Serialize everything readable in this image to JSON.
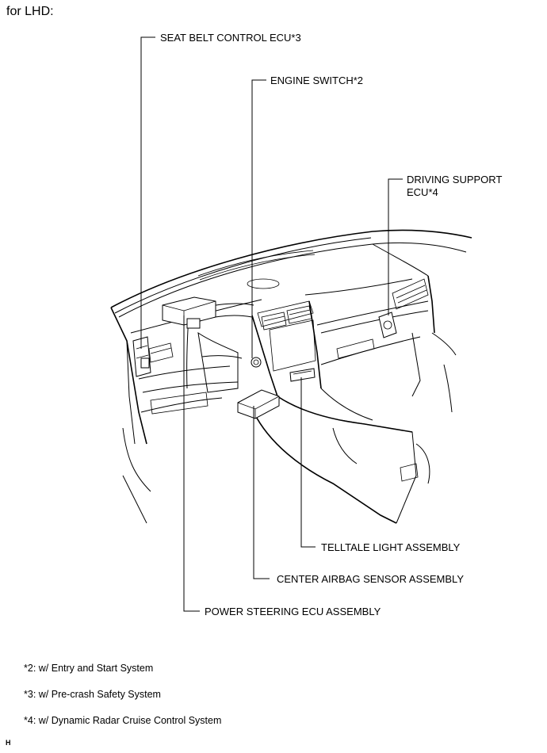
{
  "heading": "for LHD:",
  "labels": {
    "seat_belt_ecu": "SEAT BELT CONTROL ECU*3",
    "engine_switch": "ENGINE SWITCH*2",
    "driving_support_line1": "DRIVING SUPPORT",
    "driving_support_line2": "ECU*4",
    "telltale": "TELLTALE LIGHT ASSEMBLY",
    "center_airbag": "CENTER AIRBAG SENSOR ASSEMBLY",
    "power_steering": "POWER STEERING ECU ASSEMBLY"
  },
  "notes": [
    "*2: w/ Entry and Start System",
    "*3: w/ Pre-crash Safety System",
    "*4: w/ Dynamic Radar Cruise Control System"
  ],
  "corner_mark": "H"
}
